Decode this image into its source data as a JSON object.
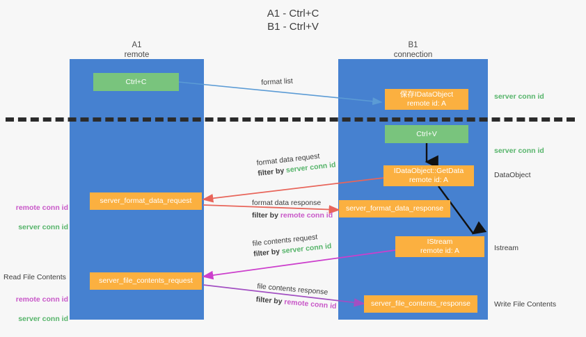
{
  "title": "A1 - Ctrl+C\nB1 - Ctrl+V",
  "columns": {
    "left": {
      "name": "A1",
      "sub": "remote",
      "label": "A1\nremote"
    },
    "right": {
      "name": "B1",
      "sub": "connection",
      "label": "B1\nconnection"
    }
  },
  "colors": {
    "lane": "#4681d0",
    "green_box": "#79c47d",
    "orange_box": "#fbb040",
    "server_conn_id": "#56b46a",
    "remote_conn_id": "#c857c8",
    "divider": "#2b2b2b",
    "arrow_blue": "#5b9bd5",
    "arrow_red": "#e8655a",
    "arrow_magenta": "#cc3fcc",
    "arrow_purple": "#a24fc2",
    "arrow_black": "#111111",
    "background": "#f7f7f7"
  },
  "nodes": {
    "ctrl_c": {
      "text": "Ctrl+C",
      "color": "green"
    },
    "save_idataobject": {
      "text": "保存IDataObject\nremote id: A",
      "color": "orange"
    },
    "ctrl_v": {
      "text": "Ctrl+V",
      "color": "green"
    },
    "idataobject_getdata": {
      "text": "IDataObject::GetData\nremote id: A",
      "color": "orange"
    },
    "server_format_data_request": {
      "text": "server_format_data_request",
      "color": "orange"
    },
    "server_format_data_response": {
      "text": "server_format_data_response",
      "color": "orange"
    },
    "istream": {
      "text": "IStream\nremote id: A",
      "color": "orange"
    },
    "server_file_contents_request": {
      "text": "server_file_contents_request",
      "color": "orange"
    },
    "server_file_contents_response": {
      "text": "server_file_contents_response",
      "color": "orange"
    }
  },
  "right_annotations": [
    {
      "key": "server_conn_id_1",
      "text": "server conn id",
      "style": "green"
    },
    {
      "key": "server_conn_id_2",
      "text": "server conn id",
      "style": "green"
    },
    {
      "key": "dataobject",
      "text": "DataObject",
      "style": "dark"
    },
    {
      "key": "istream",
      "text": "Istream",
      "style": "dark"
    },
    {
      "key": "write_file",
      "text": "Write File Contents",
      "style": "dark"
    }
  ],
  "left_annotations": {
    "format_conn_ids": {
      "remote": "remote conn id",
      "server": "server conn id"
    },
    "read_file_contents": "Read File Contents",
    "file_conn_ids": {
      "remote": "remote conn id",
      "server": "server conn id"
    }
  },
  "edge_labels": {
    "format_list": {
      "line1": "format list"
    },
    "format_data_request": {
      "line1": "format data request",
      "line2_pre": "filter by ",
      "line2_em": "server conn id",
      "em": "g"
    },
    "format_data_response": {
      "line1": "format data response",
      "line2_pre": "filter by ",
      "line2_em": "remote conn id",
      "em": "m"
    },
    "file_contents_request": {
      "line1": "file contents request",
      "line2_pre": "filter by ",
      "line2_em": "server conn id",
      "em": "g"
    },
    "file_contents_response": {
      "line1": "file contents response",
      "line2_pre": "filter by ",
      "line2_em": "remote conn id",
      "em": "m"
    }
  }
}
